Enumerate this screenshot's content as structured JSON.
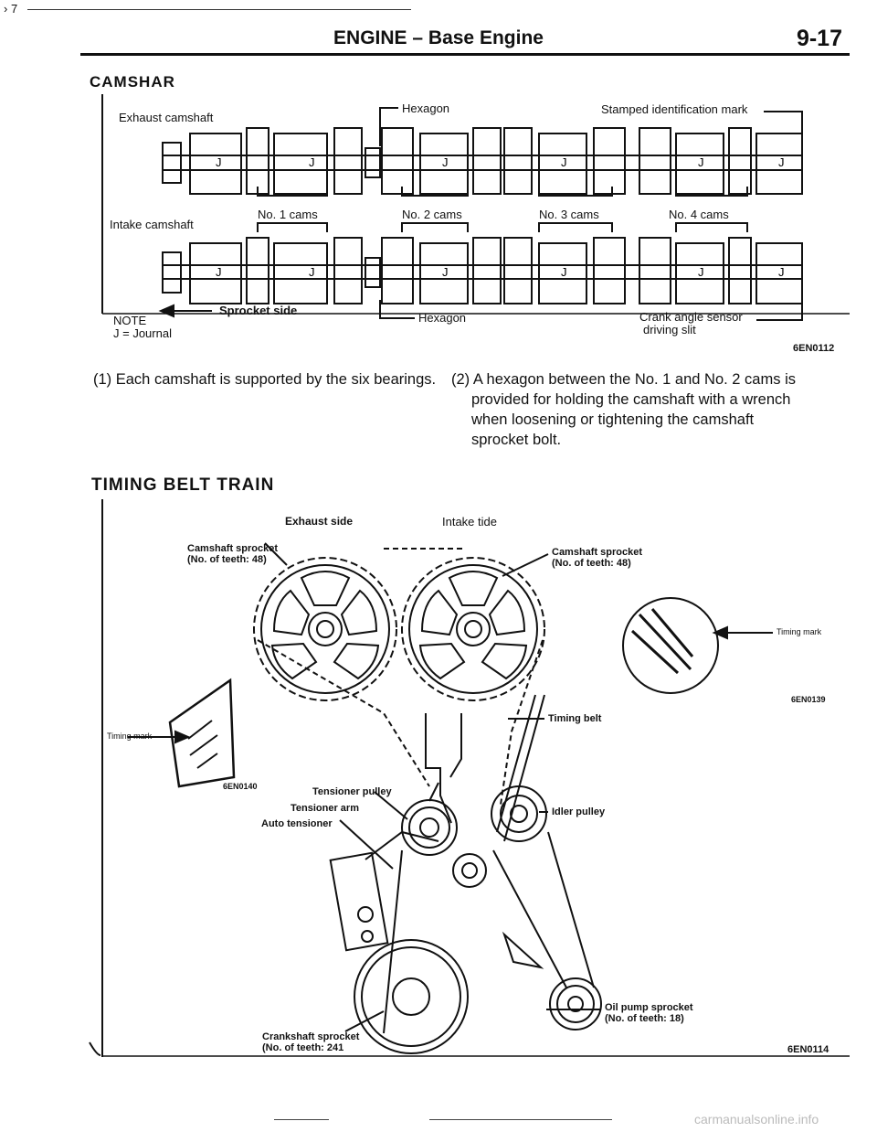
{
  "header": {
    "corner_mark": "› 7",
    "title": "ENGINE – Base Engine",
    "page_number": "9-17"
  },
  "camshaft_section": {
    "heading": "CAMSHAR",
    "labels": {
      "exhaust": "Exhaust camshaft",
      "intake": "Intake camshaft",
      "hexagon_top": "Hexagon",
      "hexagon_bottom": "Hexagon",
      "stamped": "Stamped identification mark",
      "cams1": "No. 1 cams",
      "cams2": "No. 2 cams",
      "cams3": "No. 3 cams",
      "cams4": "No. 4 cams",
      "sprocket_side": "Sprocket side",
      "note": "NOTE",
      "note_text": "J = Journal",
      "crank_sensor": "Crank angle sensor",
      "driving_slit": "driving slit",
      "journal": "J",
      "figure_code": "6EN0112"
    },
    "para1": "(1) Each camshaft is supported by the six bearings.",
    "para2_line1": "(2) A hexagon between the No. 1 and No. 2 cams is",
    "para2_line2": "provided for holding the camshaft with a wrench",
    "para2_line3": "when loosening or tightening the camshaft",
    "para2_line4": "sprocket bolt."
  },
  "timing_section": {
    "heading": "TIMING BELT TRAIN",
    "labels": {
      "exhaust_side": "Exhaust side",
      "intake_side": "Intake tide",
      "left_sprocket_1": "Camshaft sprocket",
      "left_sprocket_2": "(No. of teeth: 48)",
      "right_sprocket_1": "Camshaft sprocket",
      "right_sprocket_2": "(No. of teeth: 48)",
      "timing_mark_right": "Timing mark",
      "timing_mark_left": "Timing mark",
      "code_0139": "6EN0139",
      "code_0140": "6EN0140",
      "timing_belt": "Timing belt",
      "tensioner_pulley": "Tensioner pulley",
      "tensioner_arm": "Tensioner arm",
      "auto_tensioner": "Auto tensioner",
      "idler_pulley": "Idler pulley",
      "oil_pump_1": "Oil pump sprocket",
      "oil_pump_2": "(No. of teeth: 18)",
      "crank_1": "Crankshaft sprocket",
      "crank_2": "(No. of teeth: 241",
      "figure_code": "6EN0114"
    }
  },
  "footer": {
    "watermark": "carmanualsonline.info"
  }
}
